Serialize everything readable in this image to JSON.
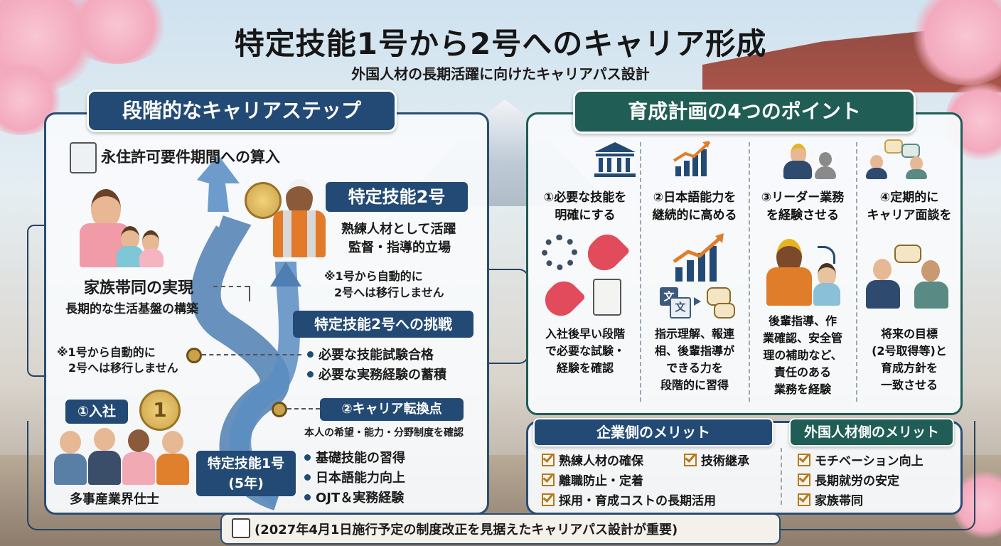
{
  "title": "特定技能1号から2号へのキャリア形成",
  "subtitle": "外国人材の長期活躍に向けたキャリアパス設計",
  "left": {
    "header": "段階的なキャリアステップ",
    "permanent": "永住許可要件期間への算入",
    "family_title": "家族帯同の実現",
    "family_desc": "長期的な生活基盤の構築",
    "note_left_1": "※1号から自動的に",
    "note_left_2": "2号へは移行しません",
    "step1_label": "①入社",
    "step1_medal": "1",
    "industry": "多事産業界仕士",
    "ssw1_line1": "特定技能1号",
    "ssw1_line2": "(5年)",
    "ssw1_items": [
      "基礎技能の習得",
      "日本語能力向上",
      "OJT＆実務経験"
    ],
    "turning_label": "②キャリア転換点",
    "turning_desc": "本人の希望・能力・分野制度を確認",
    "challenge_title": "特定技能2号への挑戦",
    "challenge_items": [
      "必要な技能試験合格",
      "必要な実務経験の蓄積"
    ],
    "note_right_1": "※1号から自動的に",
    "note_right_2": "2号へは移行しません",
    "ssw2_title": "特定技能2号",
    "ssw2_desc_1": "熟練人材として活躍",
    "ssw2_desc_2": "監督・指導的立場"
  },
  "right": {
    "header": "育成計画の4つのポイント",
    "points": [
      {
        "t1": "①必要な技能を",
        "t2": "明確にする",
        "desc": [
          "入社後早い段階",
          "で必要な試験・",
          "経験を確認"
        ]
      },
      {
        "t1": "②日本語能力を",
        "t2": "継続的に高める",
        "desc": [
          "指示理解、報連",
          "相、後輩指導が",
          "できる力を",
          "段階的に習得"
        ]
      },
      {
        "t1": "③リーダー業務",
        "t2": "を経験させる",
        "desc": [
          "後輩指導、作",
          "業確認、安全管",
          "理の補助など、",
          "責任のある",
          "業務を経験"
        ]
      },
      {
        "t1": "④定期的に",
        "t2": "キャリア面談を",
        "desc": [
          "将来の目標",
          "(2号取得等)と",
          "育成方針を",
          "一致させる"
        ]
      }
    ],
    "doc_chars": "文",
    "doc_chars2": "文"
  },
  "benefits": {
    "company_header": "企業側のメリット",
    "company_items": [
      "熟練人材の確保",
      "技術継承",
      "離職防止・定着",
      "採用・育成コストの長期活用"
    ],
    "worker_header": "外国人材側のメリット",
    "worker_items": [
      "モチベーション向上",
      "長期就労の安定",
      "家族帯同"
    ]
  },
  "footer": "(2027年4月1日施行予定の制度改正を見据えたキャリアパス設計が重要)",
  "colors": {
    "navy": "#234a74",
    "teal": "#1f5d55",
    "gold": "#c9a24a",
    "arrow": "#4f7fb2"
  }
}
